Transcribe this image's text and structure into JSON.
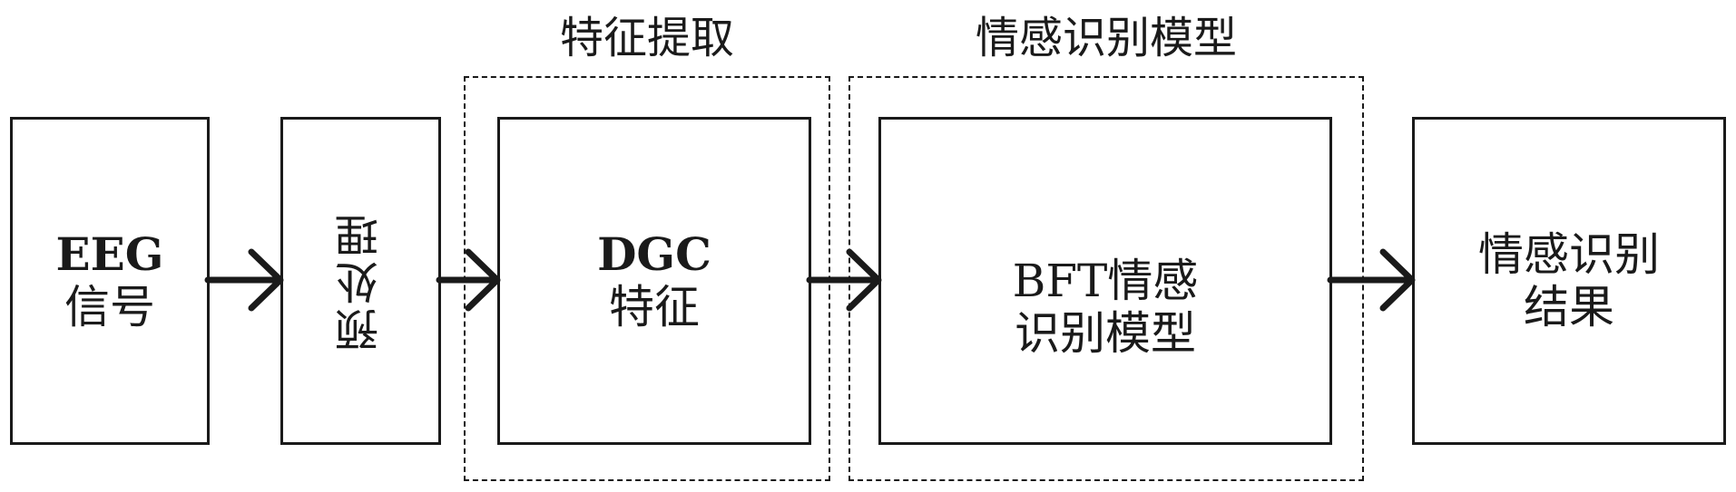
{
  "groups": {
    "feature_extraction": {
      "title": "特征提取"
    },
    "emotion_model": {
      "title": "情感识别模型"
    }
  },
  "nodes": {
    "eeg": {
      "line1": "EEG",
      "line2": "信号"
    },
    "preprocess": {
      "label": "预处理"
    },
    "dgc": {
      "line1": "DGC",
      "line2": "特征"
    },
    "bft": {
      "line1": "BFT情感",
      "line2": "识别模型"
    },
    "result": {
      "line1": "情感识别",
      "line2": "结果"
    }
  },
  "edges": [
    {
      "from": "EEG 信号",
      "to": "预处理"
    },
    {
      "from": "预处理",
      "to": "DGC 特征"
    },
    {
      "from": "DGC 特征",
      "to": "BFT情感识别模型"
    },
    {
      "from": "BFT情感识别模型",
      "to": "情感识别结果"
    }
  ]
}
